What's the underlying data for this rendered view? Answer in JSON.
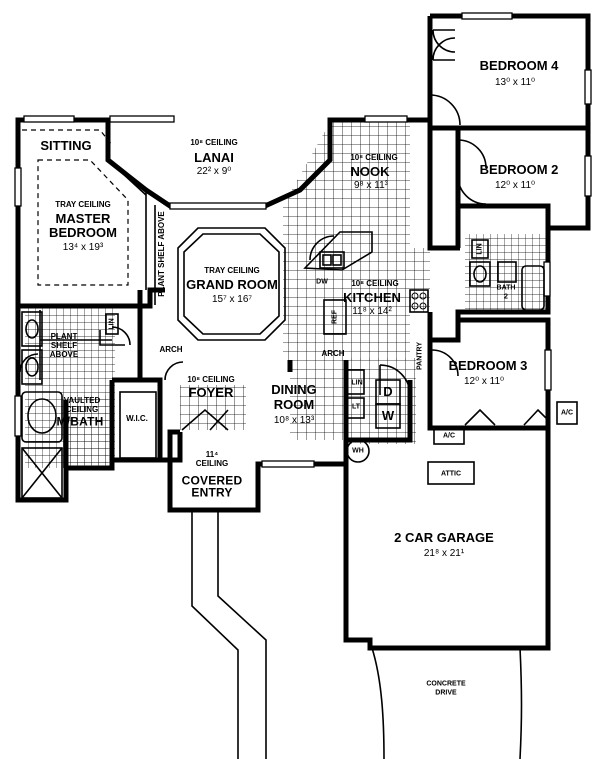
{
  "rooms": {
    "bedroom4": {
      "name": "BEDROOM 4",
      "dims": "13⁰ x 11⁰"
    },
    "bedroom2": {
      "name": "BEDROOM 2",
      "dims": "12⁰ x 11⁰"
    },
    "bedroom3": {
      "name": "BEDROOM 3",
      "dims": "12⁰ x 11⁰"
    },
    "sitting": {
      "name": "SITTING"
    },
    "master": {
      "ceiling": "TRAY CEILING",
      "name1": "MASTER",
      "name2": "BEDROOM",
      "dims": "13⁴ x 19³"
    },
    "lanai": {
      "ceiling": "10⁸ CEILING",
      "name": "LANAI",
      "dims": "22² x 9⁰"
    },
    "nook": {
      "ceiling": "10⁸ CEILING",
      "name": "NOOK",
      "dims": "9⁸ x 11³"
    },
    "grand": {
      "ceiling": "TRAY CEILING",
      "name": "GRAND ROOM",
      "dims": "15⁷ x 16⁷"
    },
    "kitchen": {
      "ceiling": "10⁸ CEILING",
      "name": "KITCHEN",
      "dims": "11⁸ x 14²"
    },
    "dining": {
      "name1": "DINING",
      "name2": "ROOM",
      "dims": "10⁸ x 13³"
    },
    "foyer": {
      "ceiling": "10⁸ CEILING",
      "name": "FOYER"
    },
    "entry": {
      "ceiling1": "11⁴",
      "ceiling2": "CEILING",
      "name1": "COVERED",
      "name2": "ENTRY"
    },
    "garage": {
      "name": "2 CAR GARAGE",
      "dims": "21⁸ x 21¹"
    },
    "mbath": {
      "note1": "VAULTED",
      "note2": "CEILING",
      "name": "M/BATH"
    },
    "bath2": {
      "name": "BATH",
      "num": "2"
    }
  },
  "labels": {
    "plant_shelf_v": "PLANT SHELF ABOVE",
    "plant_shelf_1": "PLANT",
    "plant_shelf_2": "SHELF",
    "plant_shelf_3": "ABOVE",
    "arch_left": "ARCH",
    "arch_right": "ARCH",
    "wic": "W.I.C.",
    "lin": "LIN",
    "lt": "LT",
    "d": "D",
    "w": "W",
    "wh": "WH",
    "dw": "DW",
    "ref": "REF",
    "attic": "ATTIC",
    "ac_in": "A/C",
    "ac_out": "A/C",
    "lin2": "LIN",
    "lin3": "LIN",
    "pantry": "PANTRY",
    "drive1": "CONCRETE",
    "drive2": "DRIVE"
  }
}
